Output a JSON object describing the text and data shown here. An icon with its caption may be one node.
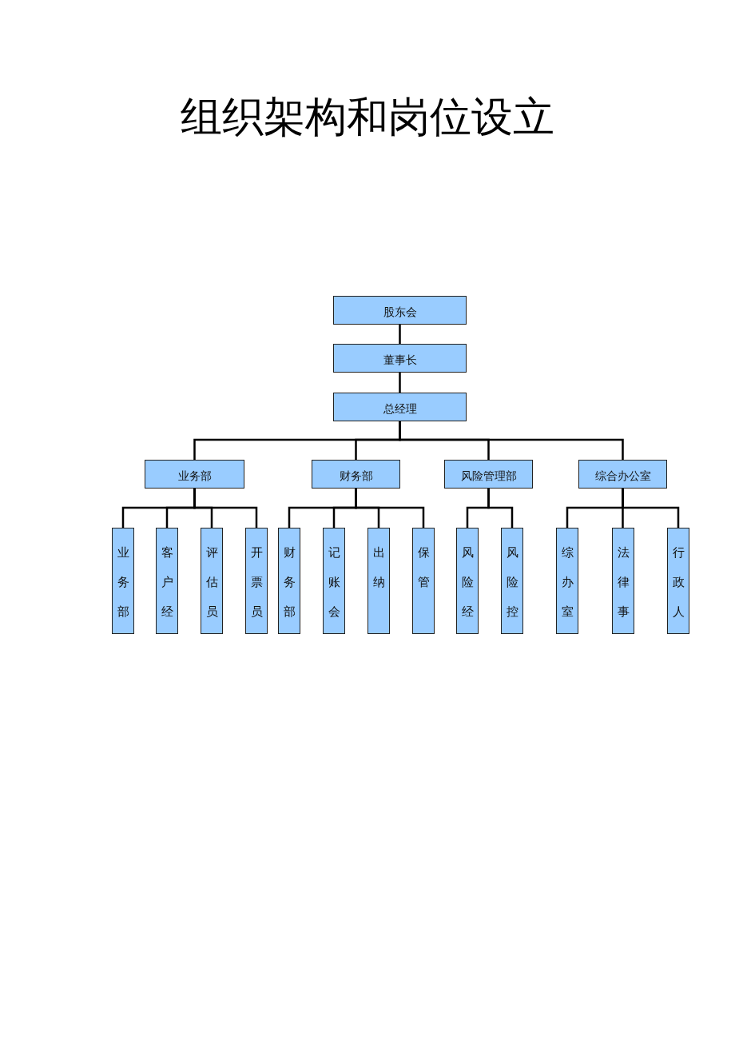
{
  "diagram": {
    "title": "组织架构和岗位设立",
    "nodes": [
      {
        "text": [
          "股东会"
        ]
      },
      {
        "text": [
          "董事长"
        ]
      },
      {
        "text": [
          "总经理"
        ]
      },
      {
        "text": [
          "业务部"
        ]
      },
      {
        "text": [
          "财务部"
        ]
      },
      {
        "text": [
          "风险管理部"
        ]
      },
      {
        "text": [
          "综合办公室"
        ]
      },
      {
        "text": [
          "业务部"
        ]
      },
      {
        "text": [
          "客户经"
        ]
      },
      {
        "text": [
          "评估员"
        ]
      },
      {
        "text": [
          "开票员"
        ]
      },
      {
        "text": [
          "财务部"
        ]
      },
      {
        "text": [
          "记账会"
        ]
      },
      {
        "text": [
          "出纳"
        ]
      },
      {
        "text": [
          "保管"
        ]
      },
      {
        "text": [
          "风险经"
        ]
      },
      {
        "text": [
          "风险控"
        ]
      },
      {
        "text": [
          "综办室"
        ]
      },
      {
        "text": [
          "法律事"
        ]
      },
      {
        "text": [
          "行政人"
        ]
      }
    ],
    "edges": [
      {
        "from": 0,
        "to": 1,
        "arrow": "none"
      },
      {
        "from": 1,
        "to": 2,
        "arrow": "none"
      },
      {
        "from": 2,
        "to": 3,
        "arrow": "none"
      },
      {
        "from": 2,
        "to": 4,
        "arrow": "none"
      },
      {
        "from": 2,
        "to": 5,
        "arrow": "none"
      },
      {
        "from": 2,
        "to": 6,
        "arrow": "none"
      },
      {
        "from": 3,
        "to": 7,
        "arrow": "none"
      },
      {
        "from": 3,
        "to": 8,
        "arrow": "none"
      },
      {
        "from": 3,
        "to": 9,
        "arrow": "none"
      },
      {
        "from": 3,
        "to": 10,
        "arrow": "none"
      },
      {
        "from": 4,
        "to": 11,
        "arrow": "none"
      },
      {
        "from": 4,
        "to": 12,
        "arrow": "none"
      },
      {
        "from": 4,
        "to": 13,
        "arrow": "none"
      },
      {
        "from": 4,
        "to": 14,
        "arrow": "none"
      },
      {
        "from": 5,
        "to": 15,
        "arrow": "none"
      },
      {
        "from": 5,
        "to": 16,
        "arrow": "none"
      },
      {
        "from": 6,
        "to": 17,
        "arrow": "none"
      },
      {
        "from": 6,
        "to": 18,
        "arrow": "none"
      },
      {
        "from": 6,
        "to": 19,
        "arrow": "none"
      }
    ]
  }
}
